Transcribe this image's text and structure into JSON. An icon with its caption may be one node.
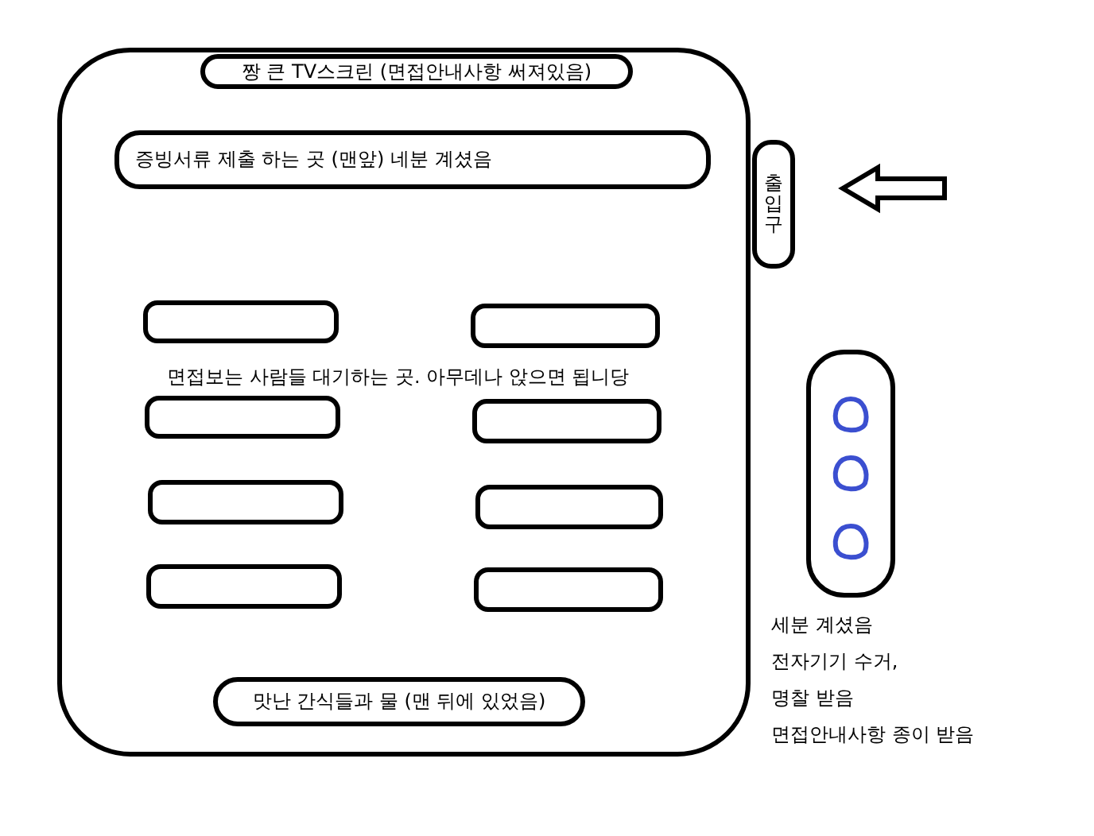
{
  "diagram": {
    "nodes": [
      {
        "text": [
          "면접보는 사람들 대기하는 곳. 아무데나 앉으면 됩니당"
        ]
      },
      {
        "text": [
          "짱 큰 TV스크린 (면접안내사항 써져있음)"
        ],
        "in": 0
      },
      {
        "text": [
          "증빙서류 제출 하는 곳 (맨앞) 네분 계셨음"
        ],
        "in": 0
      },
      {
        "text": [],
        "shape": "bar",
        "in": 0
      },
      {
        "text": [],
        "shape": "bar",
        "in": 0
      },
      {
        "text": [],
        "shape": "bar",
        "in": 0
      },
      {
        "text": [],
        "shape": "bar",
        "in": 0
      },
      {
        "text": [],
        "shape": "bar",
        "in": 0
      },
      {
        "text": [],
        "shape": "bar",
        "in": 0
      },
      {
        "text": [],
        "shape": "bar",
        "in": 0
      },
      {
        "text": [],
        "shape": "bar",
        "in": 0
      },
      {
        "text": [
          "맛난 간식들과 물 (맨 뒤에 있었음)"
        ],
        "in": 0
      },
      {
        "text": [
          "출입구"
        ]
      },
      {
        "text": [],
        "shape": "box",
        "beside": [
          "세분 계셨음",
          "전자기기 수거,",
          "명찰 받음",
          "면접안내사항 종이 받음"
        ]
      }
    ],
    "edges": [
      {
        "from": null,
        "to": 12,
        "arrow": "to"
      }
    ]
  }
}
